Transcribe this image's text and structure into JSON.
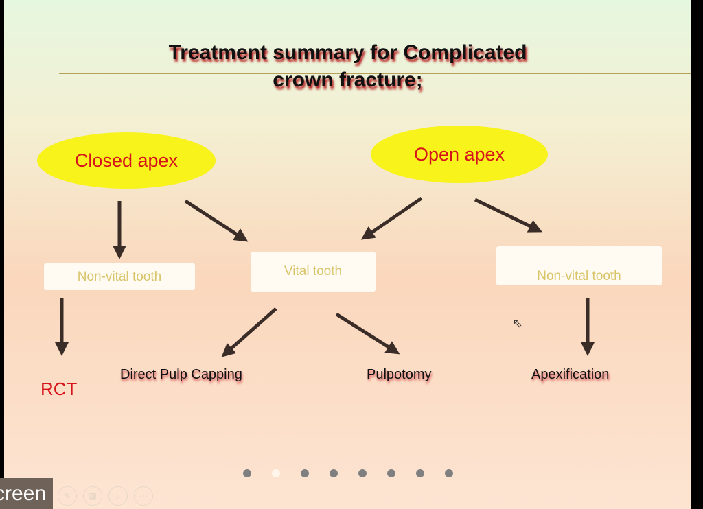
{
  "slide": {
    "title_line1": "Treatment summary for Complicated",
    "title_line2": "crown fracture;"
  },
  "nodes": {
    "closed_apex": "Closed apex",
    "open_apex": "Open apex",
    "non_vital_left": "Non-vital tooth",
    "vital": "Vital tooth",
    "non_vital_right": "Non-vital tooth"
  },
  "treatments": {
    "rct": "RCT",
    "direct_pulp_capping": "Direct Pulp Capping",
    "pulpotomy": "Pulpotomy",
    "apexification": "Apexification"
  },
  "pager": {
    "total": 8,
    "active_index": 1
  },
  "toolbar": {
    "screen_label": "creen"
  }
}
